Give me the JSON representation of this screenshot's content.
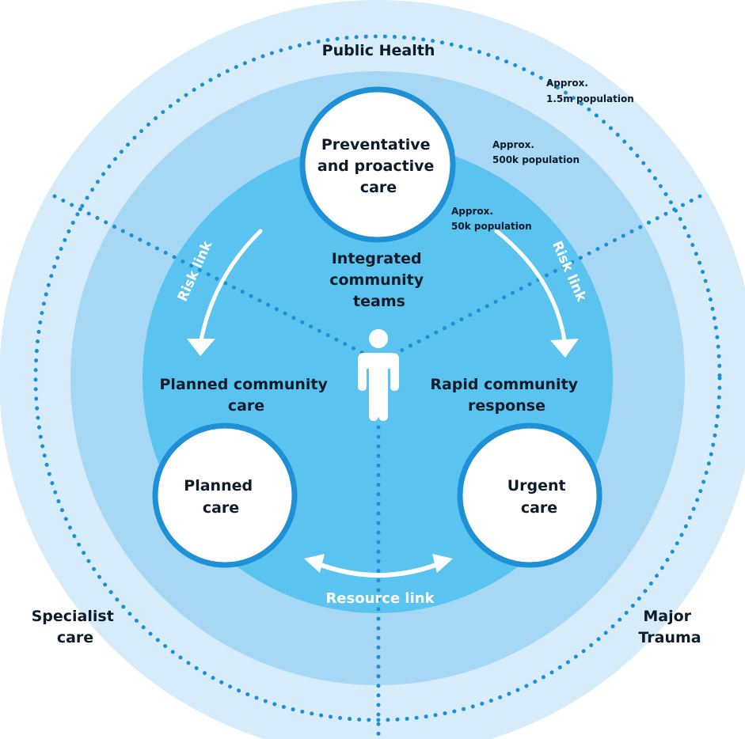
{
  "labels": {
    "public_health": "Public Health",
    "pop_outer": [
      "Approx.",
      "1.5m population"
    ],
    "pop_middle": [
      "Approx.",
      "500k population"
    ],
    "pop_inner": [
      "Approx.",
      "50k population"
    ],
    "preventative": [
      "Preventative",
      "and proactive",
      "care"
    ],
    "integrated": [
      "Integrated",
      "community",
      "teams"
    ],
    "planned_community": [
      "Planned community",
      "care"
    ],
    "rapid_community": [
      "Rapid community",
      "response"
    ],
    "planned_care": [
      "Planned",
      "care"
    ],
    "urgent_care": [
      "Urgent",
      "care"
    ],
    "risk_link_left": "Risk link",
    "risk_link_right": "Risk link",
    "resource_link": "Resource link",
    "specialist": [
      "Specialist",
      "care"
    ],
    "major_trauma": [
      "Major",
      "Trauma"
    ]
  },
  "colors": {
    "ring_outer": "#d6ecfa",
    "ring_middle": "#a6d8f5",
    "core": "#5bc3ef",
    "dots": "#1e90d6",
    "text_dark": "#0d1b2a",
    "white": "#ffffff"
  }
}
